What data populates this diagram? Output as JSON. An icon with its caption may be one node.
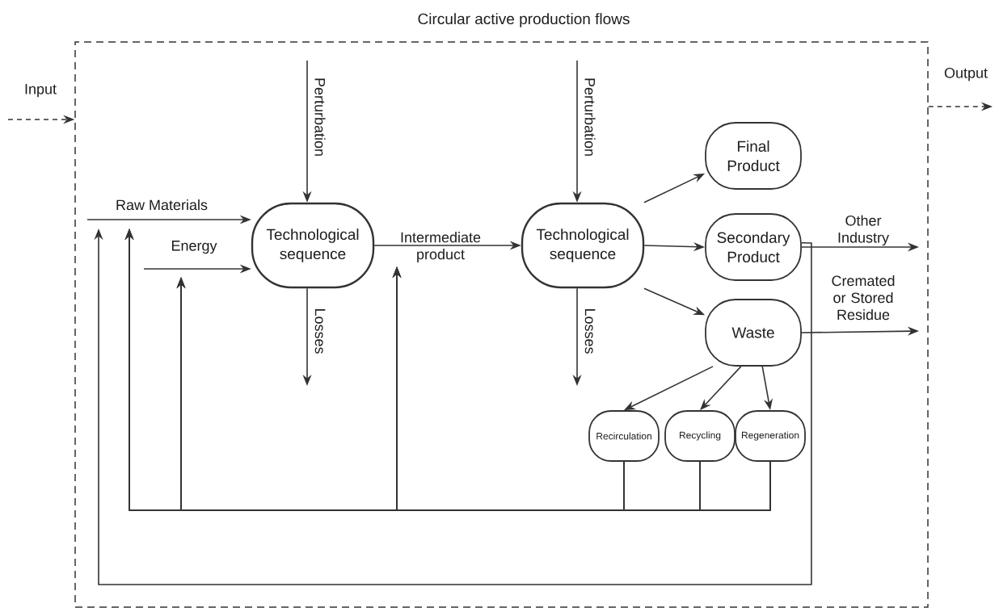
{
  "diagram": {
    "nodes": [
      {
        "text": [
          "Circular active production flows"
        ]
      },
      {
        "text": [
          "Technological sequence"
        ],
        "in": 0
      },
      {
        "text": [
          "Technological sequence"
        ],
        "in": 0
      },
      {
        "text": [
          "Final Product"
        ],
        "in": 0
      },
      {
        "text": [
          "Secondary Product"
        ],
        "in": 0
      },
      {
        "text": [
          "Waste"
        ],
        "in": 0
      },
      {
        "text": [
          "Recirculation"
        ],
        "in": 0
      },
      {
        "text": [
          "Recycling"
        ],
        "in": 0
      },
      {
        "text": [
          "Regeneration"
        ],
        "in": 0
      }
    ],
    "edges": [
      {
        "from": null,
        "to": 0,
        "arrow": "to",
        "label": "Input",
        "style": "dashed"
      },
      {
        "from": 0,
        "to": null,
        "arrow": "to",
        "label": "Output",
        "style": "dashed"
      },
      {
        "from": null,
        "to": 1,
        "arrow": "to",
        "label": "Raw Materials"
      },
      {
        "from": null,
        "to": 1,
        "arrow": "to",
        "label": "Energy"
      },
      {
        "from": null,
        "to": 1,
        "arrow": "to",
        "label": "Perturbation"
      },
      {
        "from": null,
        "to": 2,
        "arrow": "to",
        "label": "Perturbation"
      },
      {
        "from": 1,
        "to": null,
        "arrow": "to",
        "label": "Losses"
      },
      {
        "from": 2,
        "to": null,
        "arrow": "to",
        "label": "Losses"
      },
      {
        "from": 1,
        "to": 2,
        "arrow": "to",
        "label": "Intermediate product"
      },
      {
        "from": 2,
        "to": 3,
        "arrow": "to"
      },
      {
        "from": 2,
        "to": 4,
        "arrow": "to"
      },
      {
        "from": 2,
        "to": 5,
        "arrow": "to"
      },
      {
        "from": 4,
        "to": null,
        "arrow": "to",
        "label": "Other Industry"
      },
      {
        "from": 5,
        "to": null,
        "arrow": "to",
        "label": "Cremated or Stored Residue"
      },
      {
        "from": 5,
        "to": 6,
        "arrow": "to"
      },
      {
        "from": 5,
        "to": 7,
        "arrow": "to"
      },
      {
        "from": 5,
        "to": 8,
        "arrow": "to"
      },
      {
        "from": 4,
        "to": null,
        "arrow": "to"
      },
      {
        "from": 6,
        "to": null,
        "arrow": "to"
      },
      {
        "from": 7,
        "to": null,
        "arrow": "to"
      },
      {
        "from": 8,
        "to": null,
        "arrow": "to"
      },
      {
        "from": 6,
        "to": null,
        "arrow": "to"
      },
      {
        "from": 7,
        "to": null,
        "arrow": "to"
      },
      {
        "from": 8,
        "to": null,
        "arrow": "to"
      },
      {
        "from": 6,
        "to": null,
        "arrow": "to"
      },
      {
        "from": 7,
        "to": null,
        "arrow": "to"
      },
      {
        "from": 8,
        "to": null,
        "arrow": "to"
      }
    ]
  }
}
